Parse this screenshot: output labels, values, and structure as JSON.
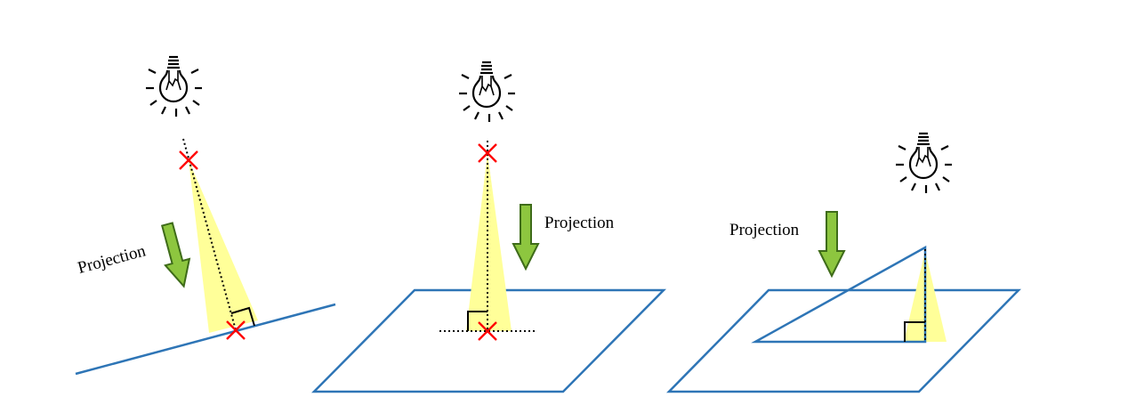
{
  "panels": [
    {
      "label": "Projection"
    },
    {
      "label": "Projection"
    },
    {
      "label": "Projection"
    }
  ],
  "colors": {
    "plane": "#2E75B6",
    "beam": "#FFFF99",
    "arrow_fill": "#8DC63F",
    "arrow_stroke": "#3E6B19",
    "marker": "#FF0000",
    "ink": "#000000"
  }
}
